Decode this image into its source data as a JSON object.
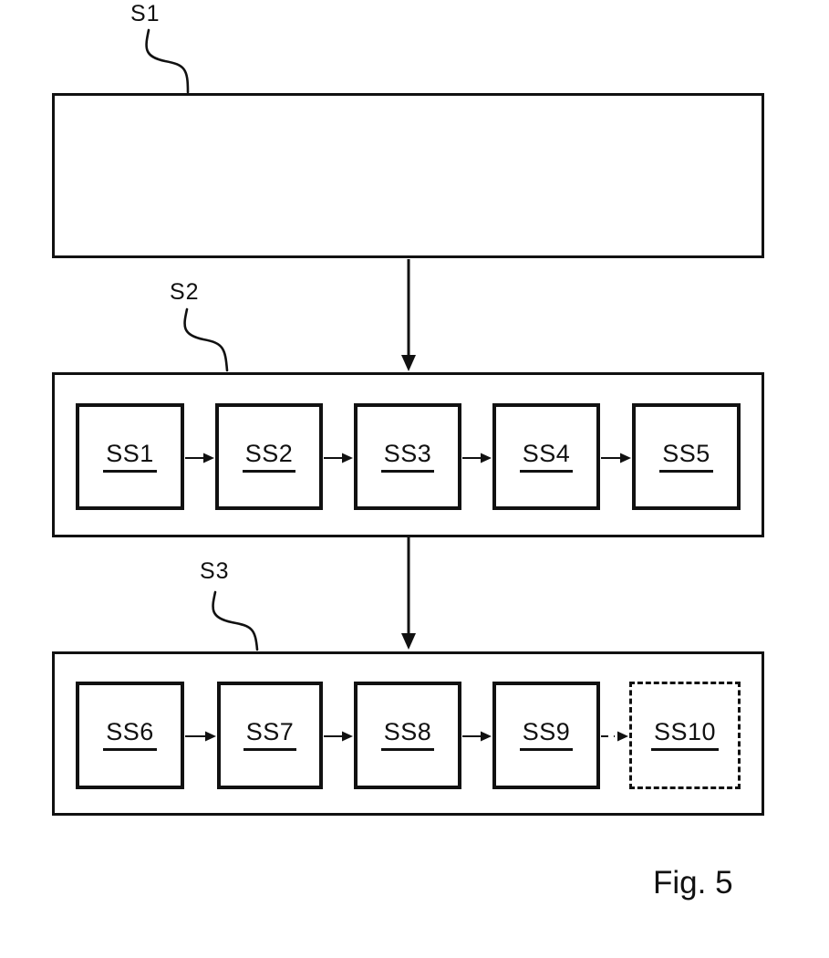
{
  "diagram": {
    "caption": "Fig. 5",
    "colors": {
      "ink": "#111111",
      "background": "#ffffff"
    },
    "groups": [
      {
        "label": "S1",
        "subboxes": []
      },
      {
        "label": "S2",
        "subboxes": [
          {
            "label": "SS1",
            "style": "solid"
          },
          {
            "label": "SS2",
            "style": "solid"
          },
          {
            "label": "SS3",
            "style": "solid"
          },
          {
            "label": "SS4",
            "style": "solid"
          },
          {
            "label": "SS5",
            "style": "solid"
          }
        ]
      },
      {
        "label": "S3",
        "subboxes": [
          {
            "label": "SS6",
            "style": "solid"
          },
          {
            "label": "SS7",
            "style": "solid"
          },
          {
            "label": "SS8",
            "style": "solid"
          },
          {
            "label": "SS9",
            "style": "solid"
          },
          {
            "label": "SS10",
            "style": "dashed"
          }
        ]
      }
    ]
  }
}
